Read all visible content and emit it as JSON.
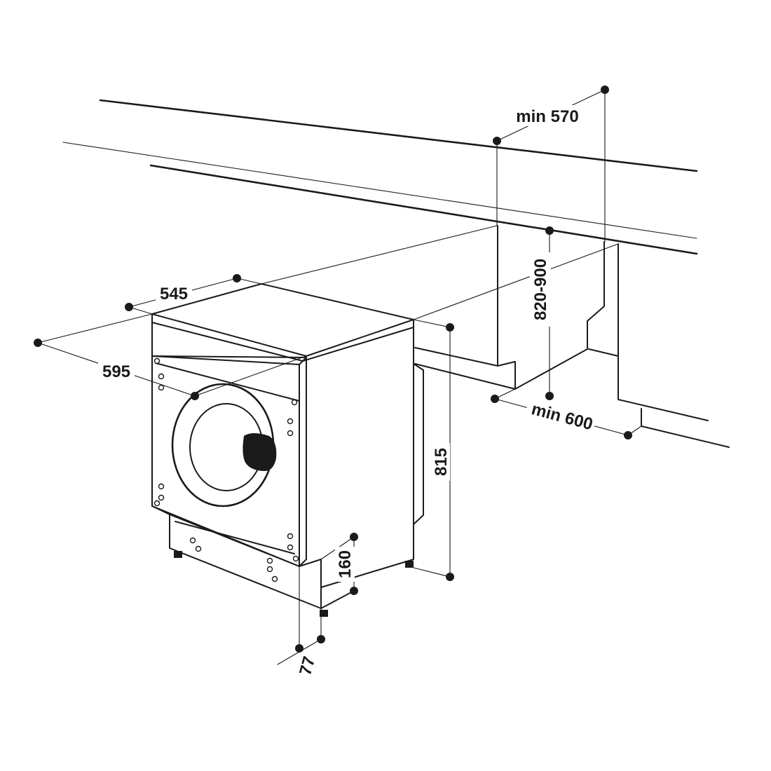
{
  "dimensions": {
    "depth": "545",
    "width": "595",
    "min_cabinet_depth": "min 570",
    "worktop_height": "820-900",
    "min_opening_width": "min 600",
    "machine_height": "815",
    "plinth_height": "160",
    "plinth_recess": "77"
  },
  "colors": {
    "line": "#1a1a1a",
    "background": "#ffffff"
  }
}
